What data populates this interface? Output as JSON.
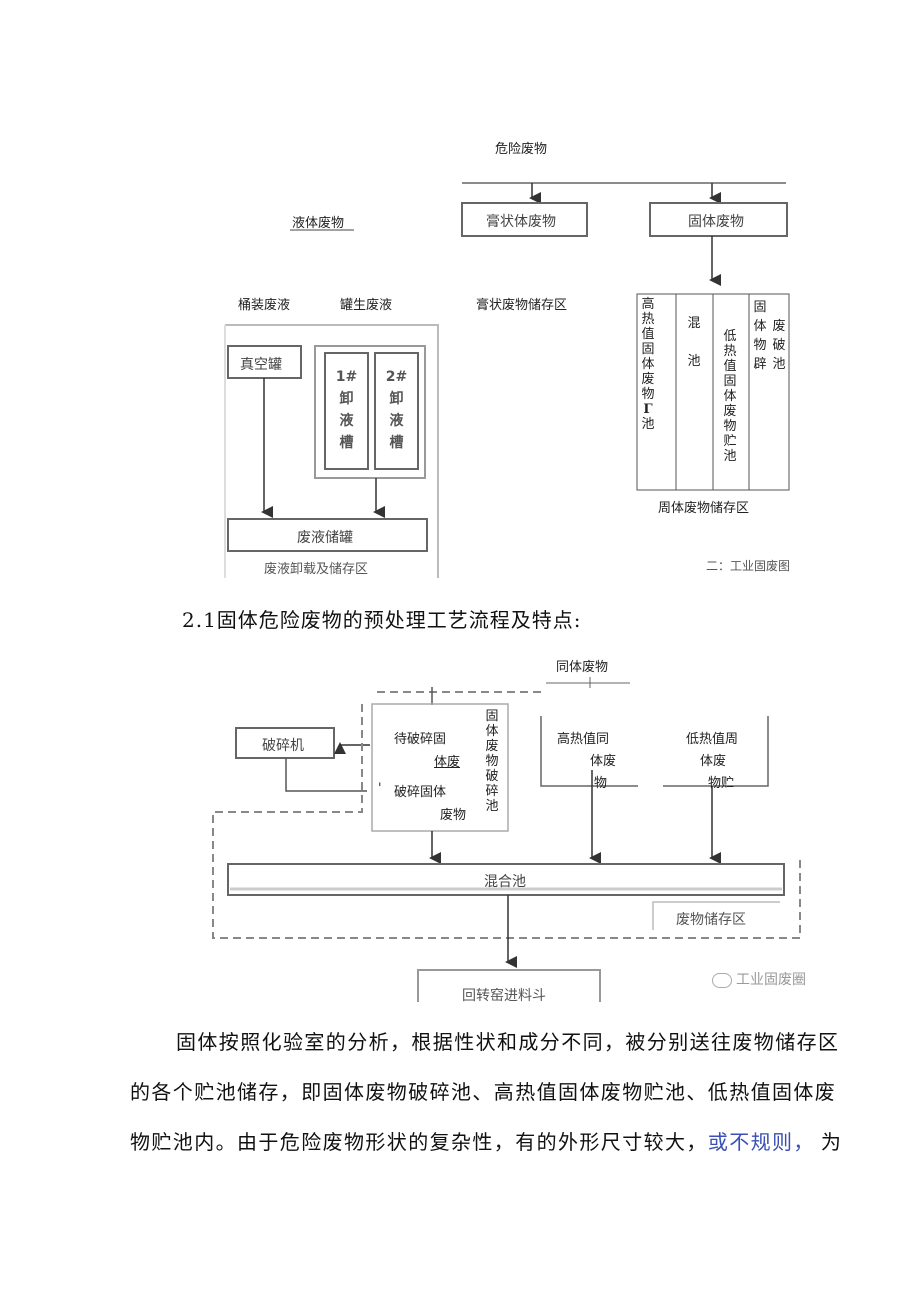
{
  "fig1": {
    "top_label": "危险废物",
    "liquid_label": "液体废物",
    "paste_box": "膏状体废物",
    "solid_box": "固体废物",
    "barrel_liquid": "桶装废液",
    "tank_liquid": "罐生废液",
    "paste_storage": "膏状废物储存区",
    "vacuum_tank": "真空罐",
    "tank1_num": "1#",
    "tank1_chars": [
      "卸",
      "液",
      "槽"
    ],
    "tank2_num": "2#",
    "tank2_chars": [
      "卸",
      "液",
      "槽"
    ],
    "waste_liquid_tank": "废液储罐",
    "liquid_area": "废液卸载及储存区",
    "solid_col1": [
      "高",
      "热",
      "值",
      "固",
      "体",
      "废",
      "物",
      "Γ",
      "池"
    ],
    "solid_col2": [
      "混",
      "池"
    ],
    "solid_col3": [
      "低",
      "热",
      "值",
      "固",
      "体",
      "废",
      "物",
      "贮",
      "池"
    ],
    "solid_col4_a": [
      "固",
      "体",
      "物",
      "辟"
    ],
    "solid_col4_b": [
      "废",
      "破",
      "池"
    ],
    "solid_area": "周体废物储存区",
    "watermark": "二：工业固废图"
  },
  "section_heading": "2.1固体危险废物的预处理工艺流程及特点:",
  "fig2": {
    "top_label": "同体废物",
    "crusher": "破碎机",
    "to_crush_a": "待破碎固",
    "to_crush_b": "体废",
    "crushed_a": "破碎固体",
    "crushed_b": "废物",
    "crush_pool": [
      "固",
      "体",
      "废",
      "物",
      "破",
      "碎",
      "池"
    ],
    "high_cal_a": "高热值同",
    "high_cal_b": "体废",
    "high_cal_c": "物",
    "low_cal_a": "低热值周",
    "low_cal_b": "体废",
    "low_cal_c": "物贮",
    "mix_pool": "混合池",
    "storage_area": "废物储存区",
    "hopper": "回转窑进料斗",
    "watermark": "工业固废圈"
  },
  "paragraph": {
    "line1": "固体按照化验室的分析，根据性状和成分不同，被分别送往废物储存区",
    "line2": "的各个贮池储存，即固体废物破碎池、高热值固体废物贮池、低热值固体废",
    "line3_a": "物贮池内。由于危险废物形状的复杂性，有的外形尺寸较大，",
    "line3_b": "或不规则，",
    "line3_c": "为"
  },
  "colors": {
    "box_border": "#666666",
    "dash": "#888888",
    "link_blue": "#3a4fb5"
  }
}
